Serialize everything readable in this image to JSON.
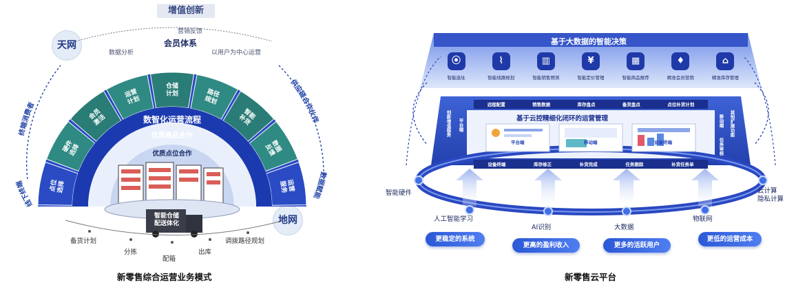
{
  "left": {
    "banner": "增值创新",
    "feedback": "营销反馈",
    "member": "会员体系",
    "data_analysis": "数据分析",
    "user_center": "以用户为中心运营",
    "sky": "天网",
    "ground": "地网",
    "arc_left_top": "终端消费者",
    "arc_left_bottom": "线下终端",
    "arc_right_top": "供应链合作伙伴",
    "arc_right_bottom": "数据赋能",
    "segments": [
      "点位\n选择",
      "硬件\n选择",
      "会员\n激活",
      "运营\n计划",
      "仓储\n计划",
      "路径\n规划",
      "智能\n补货",
      "数据\n反馈",
      "运营\n服务"
    ],
    "process_title": "数智化运营流程",
    "goods_coop": "优质商品合作",
    "point_coop": "优质点位合作",
    "truck_text": "智能仓储\n配送体化",
    "steps": [
      "备货计划",
      "分拣",
      "配箱",
      "出库",
      "调拨路径规划"
    ],
    "caption": "新零售综合运营业务模式"
  },
  "right": {
    "decision_title": "基于大数据的智能决策",
    "decisions": [
      {
        "label": "智能选址",
        "icon": "location-icon"
      },
      {
        "label": "智能线路规划",
        "icon": "route-icon"
      },
      {
        "label": "智能销售预测",
        "icon": "bar-chart-icon"
      },
      {
        "label": "智能定价管理",
        "icon": "yen-icon"
      },
      {
        "label": "智能商品推荐",
        "icon": "goods-icon"
      },
      {
        "label": "精准会员营销",
        "icon": "member-icon"
      },
      {
        "label": "精准库存管理",
        "icon": "warehouse-icon"
      }
    ],
    "top_chips": [
      "远程配置",
      "销售数据",
      "库存盘点",
      "备货盘点",
      "点位补货计划"
    ],
    "bottom_chips": [
      "设备终端",
      "库存修正",
      "补货完成",
      "任务跟踪",
      "补货任务单"
    ],
    "left_chips": [
      "创新增值服务",
      "平台端"
    ],
    "right_chips": [
      "移动端",
      "其他扩展功能",
      "任务审核"
    ],
    "cloud_title": "基于云控精细化闭环的运营管理",
    "screens": [
      "平台端",
      "移动端",
      "设备终端"
    ],
    "tags": {
      "hardware": "智能硬件",
      "cloud": "云计算\n隐私计算",
      "ai_learning": "人工智能学习",
      "ai_recognition": "AI识别",
      "big_data": "大数据",
      "iot": "物联网"
    },
    "pills": [
      "更稳定的系统",
      "更高的盈利收入",
      "更多的活跃用户",
      "更低的运营成本"
    ],
    "caption": "新零售云平台",
    "colors": {
      "navy": "#1f3aa8",
      "blue": "#3c6ae8",
      "teal": "#2f8a83",
      "pale": "#e8eefc"
    }
  }
}
